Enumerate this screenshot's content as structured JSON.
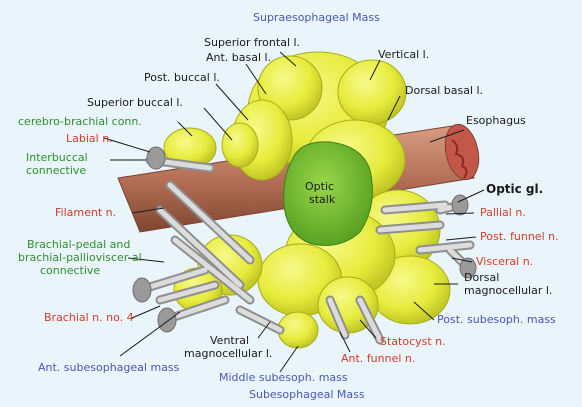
{
  "title_top": "Supraesophageal Mass",
  "title_bottom": "Subesophageal Mass",
  "labels": {
    "superior_frontal": "Superior frontal l.",
    "ant_basal": "Ant. basal l.",
    "vertical": "Vertical l.",
    "post_buccal": "Post. buccal l.",
    "dorsal_basal": "Dorsal basal l.",
    "superior_buccal": "Superior buccal l.",
    "cerebro_brachial": "cerebro-brachial conn.",
    "esophagus": "Esophagus",
    "labial": "Labial n.",
    "interbuccal_1": "Interbuccal",
    "interbuccal_2": "connective",
    "optic_stalk_1": "Optic",
    "optic_stalk_2": "stalk",
    "optic_gl": "Optic gl.",
    "filament": "Filament n.",
    "pallial": "Pallial n.",
    "brachial_pedal_1": "Brachial-pedal and",
    "brachial_pedal_2": "brachial-pallioviscer al",
    "brachial_pedal_3": "connective",
    "post_funnel": "Post. funnel n.",
    "visceral": "Visceral n.",
    "dorsal_magno_1": "Dorsal",
    "dorsal_magno_2": "magnocellular l.",
    "brachial_n4": "Brachial n. no. 4",
    "post_subesoph": "Post. subesoph. mass",
    "ventral_magno_1": "Ventral",
    "ventral_magno_2": "magnocellular l.",
    "statocyst": "Statocyst n.",
    "ant_subesoph": "Ant. subesophageal mass",
    "ant_funnel": "Ant. funnel n.",
    "middle_subesoph": "Middle subesoph. mass"
  },
  "colors": {
    "background": "#e9f5fb",
    "ganglion": "#eaf04a",
    "ganglion_shadow": "#c9cf2a",
    "optic_stalk": "#6fbf2a",
    "esophagus": "#b8735a",
    "nerve": "#a9a9a9",
    "label_black": "#1a1a1a",
    "label_green": "#2f8f2f",
    "label_red": "#d63a2a",
    "label_blue": "#4b56b8"
  }
}
